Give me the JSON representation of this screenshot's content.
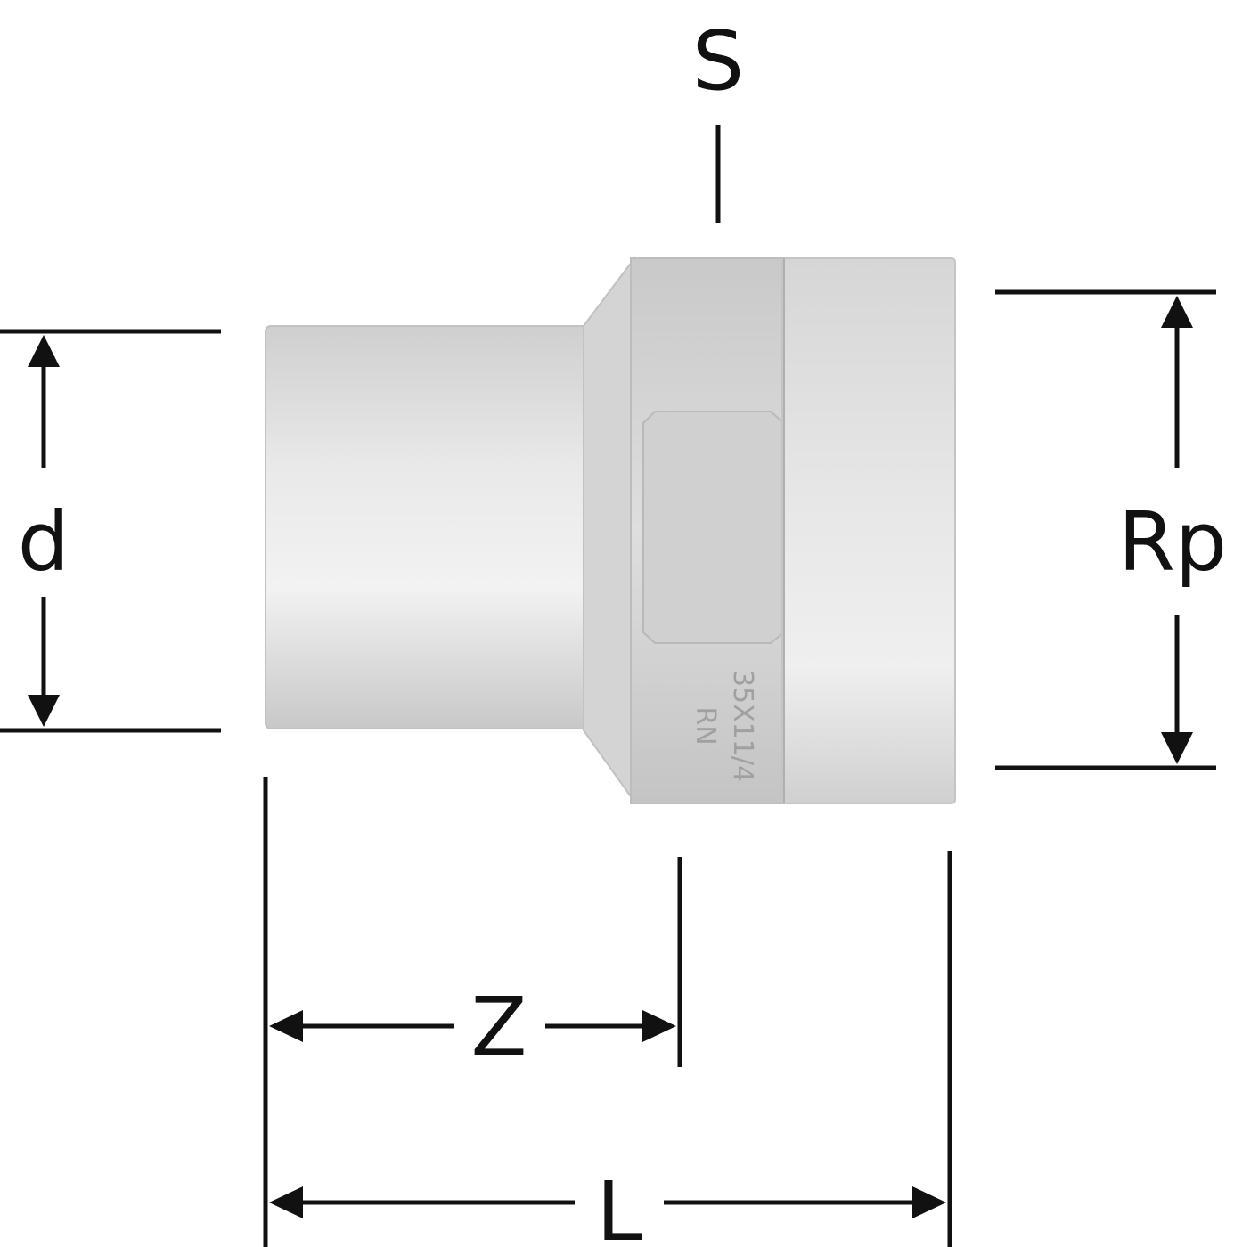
{
  "labels": {
    "s": "S",
    "d": "d",
    "rp": "Rp",
    "z": "Z",
    "l": "L"
  },
  "stamp": {
    "line1": "RN",
    "line2": "35X11/4"
  },
  "colors": {
    "ink": "#111111",
    "metal_light": "#e6e6e6",
    "metal_mid": "#cfcfcf",
    "metal_dark": "#b4b4b4"
  }
}
